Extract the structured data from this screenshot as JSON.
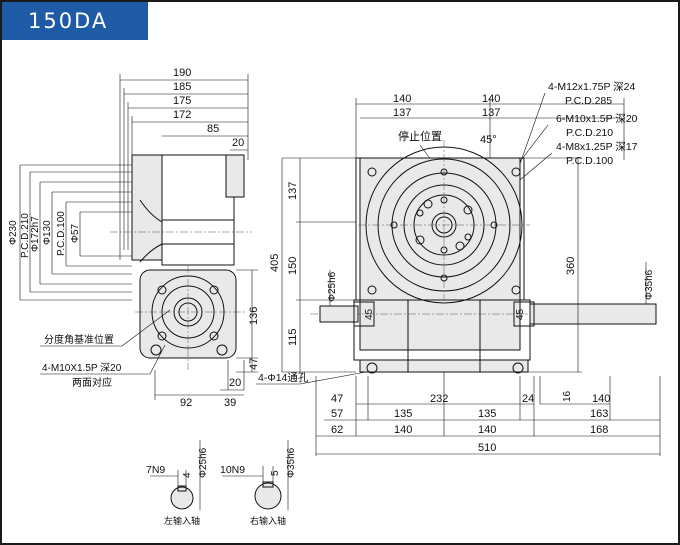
{
  "title": "150DA",
  "side_view": {
    "top_dims": [
      "190",
      "185",
      "175",
      "172",
      "85",
      "20"
    ],
    "left_dims": [
      "Φ230",
      "P.C.D.210",
      "Φ172h7",
      "Φ130",
      "P.C.D.100",
      "Φ57"
    ],
    "right_dims": [
      "136",
      "47",
      "20"
    ],
    "bottom_dims": [
      "92",
      "39"
    ],
    "callout_angle_ref": "分度角基准位置",
    "callout_thread": "4-M10X1.5P 深20",
    "callout_thread_sub": "两面对应"
  },
  "front_view": {
    "top_dims": [
      "140",
      "140",
      "137",
      "137"
    ],
    "angle": "45°",
    "stop_position": "停止位置",
    "callouts": [
      "4-M12x1.75P 深24",
      "P.C.D.285",
      "6-M10x1.5P 深20",
      "P.C.D.210",
      "4-M8x1.25P 深17",
      "P.C.D.100"
    ],
    "left_dims": [
      "405",
      "137",
      "150",
      "115"
    ],
    "shaft_left": "Φ25h6",
    "shaft_right": "Φ35h6",
    "height_right": "360",
    "shaft_len_left": "45",
    "shaft_len_right": "45",
    "hole_callout": "4-Φ14通孔",
    "bottom_dims_row1": [
      "47",
      "232",
      "24",
      "16",
      "140"
    ],
    "bottom_dims_row2": [
      "57",
      "135",
      "135",
      "163"
    ],
    "bottom_dims_row3": [
      "62",
      "140",
      "140",
      "168"
    ],
    "total_width": "510"
  },
  "shaft_details": [
    {
      "keyway": "7N9",
      "depth": "4",
      "dia": "Φ25h6",
      "label": "左输入轴"
    },
    {
      "keyway": "10N9",
      "depth": "5",
      "dia": "Φ35h6",
      "label": "右输入轴"
    }
  ]
}
